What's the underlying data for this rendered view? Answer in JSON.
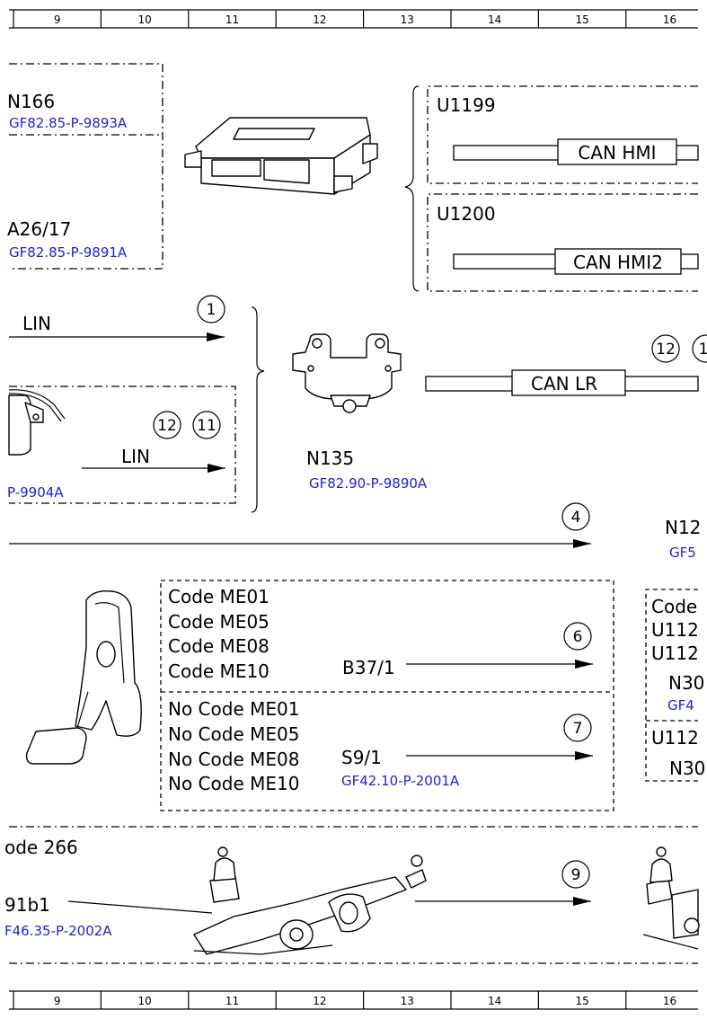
{
  "grid": {
    "columns": [
      "9",
      "10",
      "11",
      "12",
      "13",
      "14",
      "15",
      "16"
    ]
  },
  "components": {
    "n166": {
      "code": "N166",
      "ref": "GF82.85-P-9893A"
    },
    "a26_17": {
      "code": "A26/17",
      "ref": "GF82.85-P-9891A"
    },
    "u1199": {
      "code": "U1199",
      "bus": "CAN HMI"
    },
    "u1200": {
      "code": "U1200",
      "bus": "CAN HMI2"
    },
    "n135": {
      "code": "N135",
      "ref": "GF82.90-P-9890A"
    },
    "can_lr": {
      "bus": "CAN LR"
    },
    "lin_top": {
      "bus": "LIN"
    },
    "lin_box": {
      "bus": "LIN",
      "ref": "P-9904A"
    },
    "n12": {
      "code": "N12",
      "ref": "GF5"
    },
    "b37_1": {
      "code": "B37/1"
    },
    "s9_1": {
      "code": "S9/1",
      "ref": "GF42.10-P-2001A"
    },
    "steering": {
      "code": "ode 266",
      "part": "91b1",
      "ref": "F46.35-P-2002A"
    },
    "right_box": {
      "lines": [
        "Code",
        "U112",
        "U112",
        "N30",
        "GF4",
        "U112",
        "N30"
      ]
    }
  },
  "codes_with": [
    "Code ME01",
    "Code ME05",
    "Code ME08",
    "Code ME10"
  ],
  "codes_without": [
    "No Code ME01",
    "No Code ME05",
    "No Code ME08",
    "No Code ME10"
  ],
  "markers": {
    "m1": "1",
    "m4": "4",
    "m6": "6",
    "m7": "7",
    "m9": "9",
    "m11": "11",
    "m12": "12",
    "m12b": "12",
    "m_partial": "1"
  }
}
